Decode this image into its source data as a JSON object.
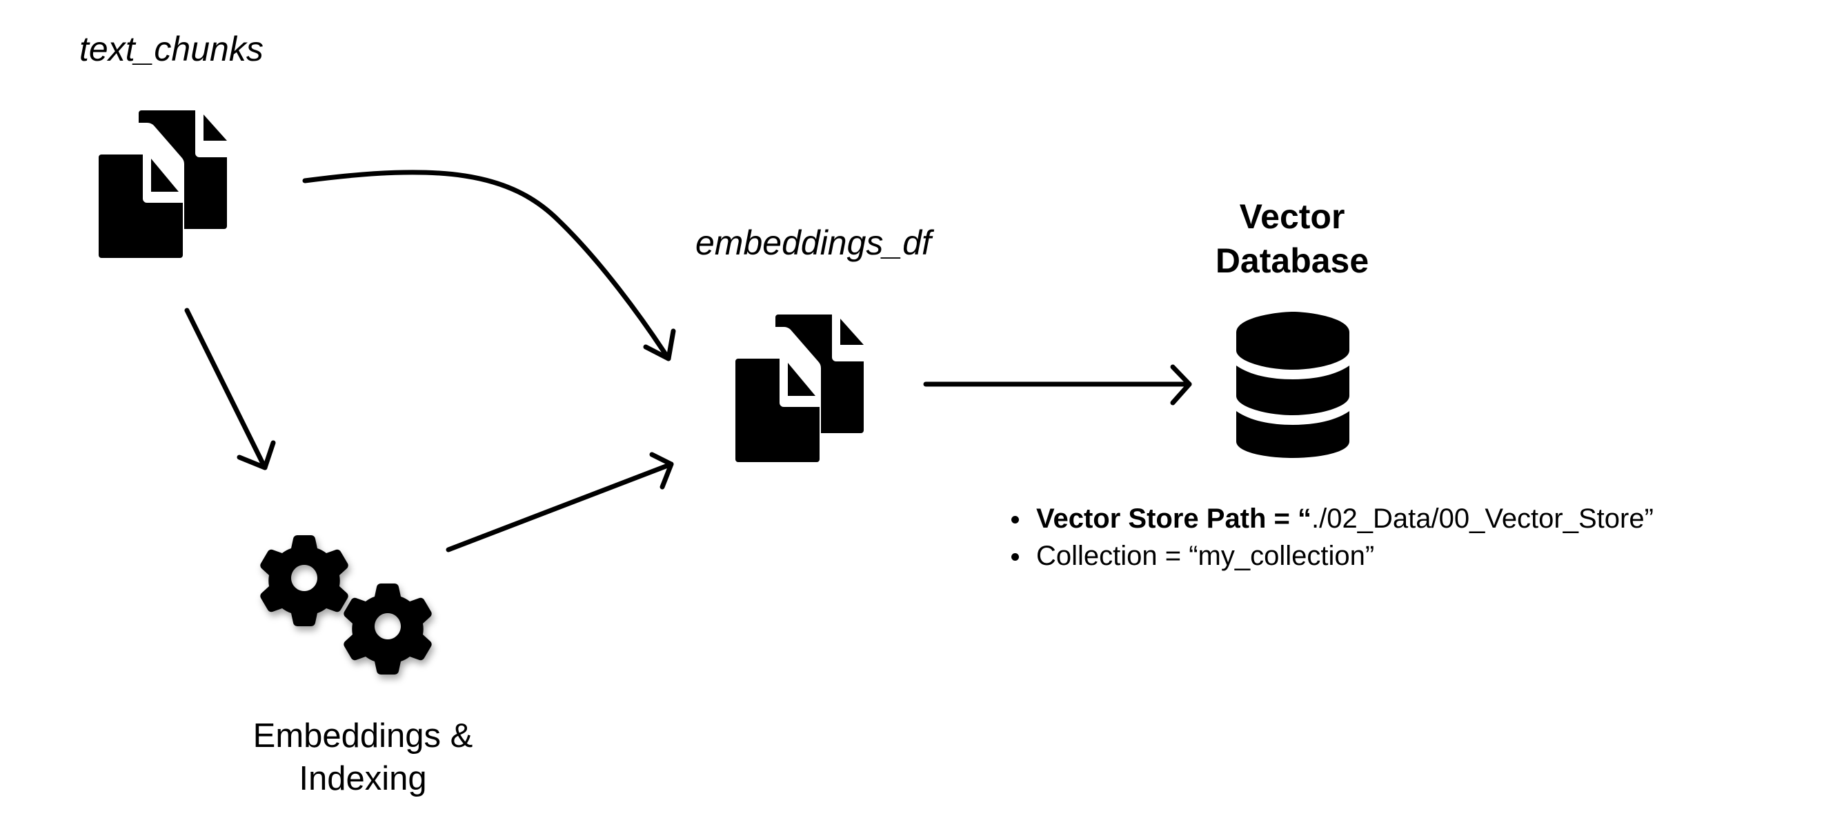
{
  "nodes": {
    "text_chunks": {
      "label": "text_chunks",
      "icon": "documents-icon"
    },
    "embeddings_indexing": {
      "label_line1": "Embeddings &",
      "label_line2": "Indexing",
      "icon": "gears-icon"
    },
    "embeddings_df": {
      "label": "embeddings_df",
      "icon": "documents-icon"
    },
    "vector_database": {
      "title_line1": "Vector",
      "title_line2": "Database",
      "icon": "database-icon"
    }
  },
  "details": {
    "items": [
      {
        "key": "Vector Store Path = “",
        "value": "./02_Data/00_Vector_Store”"
      },
      {
        "key": "",
        "value": "Collection = “my_collection”"
      }
    ]
  },
  "edges": [
    {
      "from": "text_chunks",
      "to": "embeddings_df",
      "style": "curved"
    },
    {
      "from": "text_chunks",
      "to": "embeddings_indexing",
      "style": "straight"
    },
    {
      "from": "embeddings_indexing",
      "to": "embeddings_df",
      "style": "straight"
    },
    {
      "from": "embeddings_df",
      "to": "vector_database",
      "style": "straight"
    }
  ],
  "colors": {
    "ink": "#000000",
    "background": "#ffffff"
  }
}
